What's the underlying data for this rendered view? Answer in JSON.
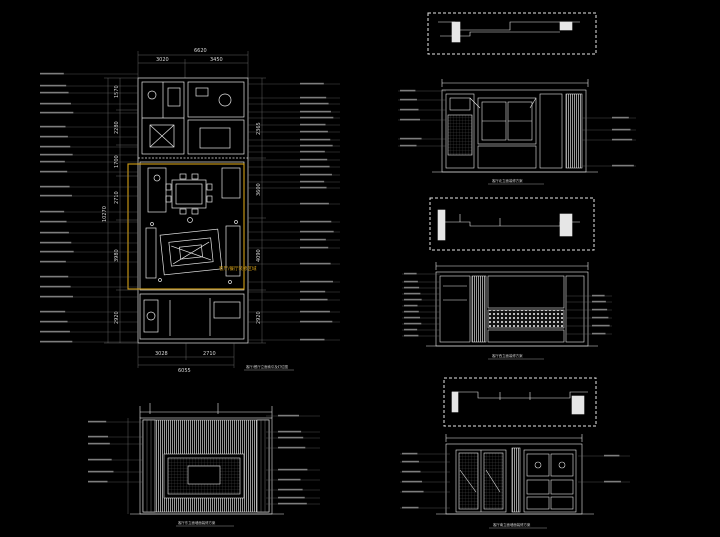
{
  "plan": {
    "dims_top": {
      "overall": "6620",
      "left": "3020",
      "right": "3450"
    },
    "dims_bottom": {
      "left": "3028",
      "right": "2710",
      "overall": "6055"
    },
    "dims_left_vertical": [
      "1570",
      "2280",
      "1700",
      "2710",
      "10270",
      "3980",
      "2920"
    ],
    "dims_right_vertical": [
      "2365",
      "3600",
      "4090",
      "2920"
    ],
    "zone_label": "客厅/餐厅装修区域",
    "caption": "客厅/餐厅立面索引及灯位图"
  },
  "elevation_1": {
    "caption": "客厅东立面墙面装修方案"
  },
  "elevation_2": {
    "caption": "客厅北立面装修方案"
  },
  "elevation_3": {
    "caption": "客厅西立面装修方案"
  },
  "elevation_4": {
    "caption": "客厅南立面墙面装修方案"
  },
  "colors": {
    "line": "#e6e6e6",
    "dim_line": "#7a7a7a",
    "highlight": "#d4a017",
    "background": "#000000"
  }
}
